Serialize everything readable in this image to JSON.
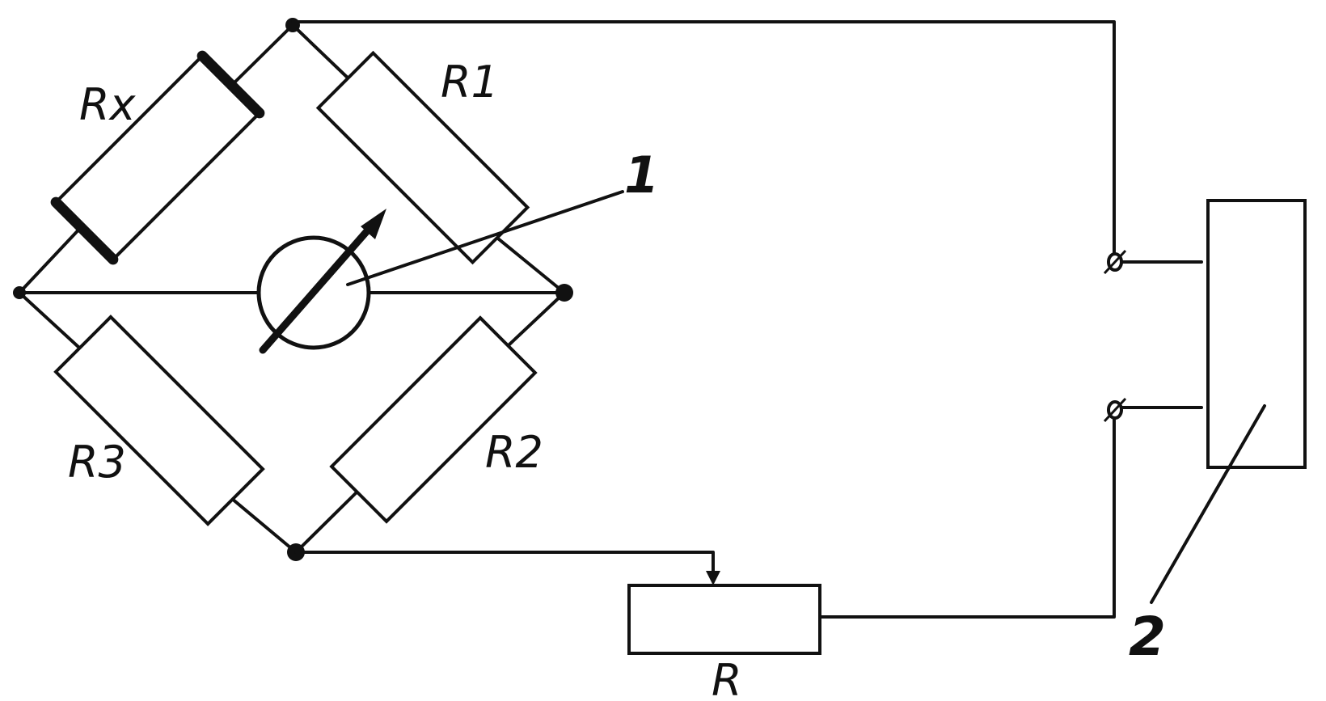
{
  "diagram": {
    "labels": {
      "rx": "Rx",
      "r1": "R1",
      "r2": "R2",
      "r3": "R3",
      "r": "R",
      "callout_1": "1",
      "callout_2": "2"
    },
    "elements": {
      "galvanometer": "galvanometer-icon",
      "power_supply": "power-supply-box"
    },
    "colors": {
      "ink": "#111111",
      "paper": "#ffffff"
    }
  }
}
